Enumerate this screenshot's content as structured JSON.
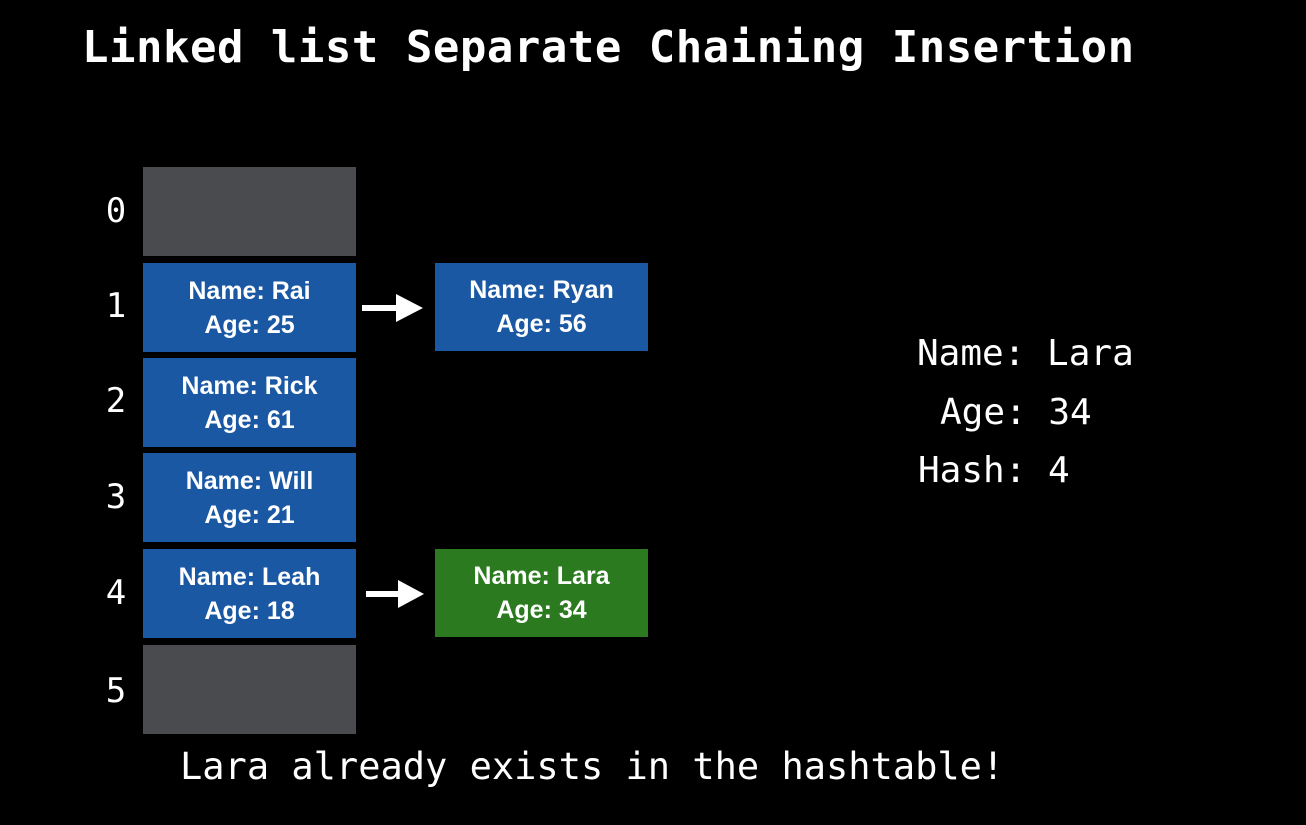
{
  "title": "Linked list Separate Chaining Insertion",
  "table": {
    "indices": [
      "0",
      "1",
      "2",
      "3",
      "4",
      "5"
    ],
    "slots": [
      {
        "name": "",
        "age": ""
      },
      {
        "name": "Name: Rai",
        "age": "Age: 25"
      },
      {
        "name": "Name: Rick",
        "age": "Age: 61"
      },
      {
        "name": "Name: Will",
        "age": "Age: 21"
      },
      {
        "name": "Name: Leah",
        "age": "Age: 18"
      },
      {
        "name": "",
        "age": ""
      }
    ]
  },
  "chain_nodes": {
    "row1": {
      "name": "Name: Ryan",
      "age": "Age: 56"
    },
    "row4": {
      "name": "Name: Lara",
      "age": "Age: 34"
    }
  },
  "insert_info": {
    "name": "Name: Lara",
    "age": "Age: 34",
    "hash": "Hash: 4"
  },
  "caption": "Lara already exists in the hashtable!",
  "colors": {
    "slot_empty": "#4a4b4f",
    "slot_filled": "#1a58a3",
    "highlight": "#2b7a1f",
    "background": "#000000",
    "text": "#ffffff"
  },
  "icons": [
    "right-arrow-icon"
  ]
}
